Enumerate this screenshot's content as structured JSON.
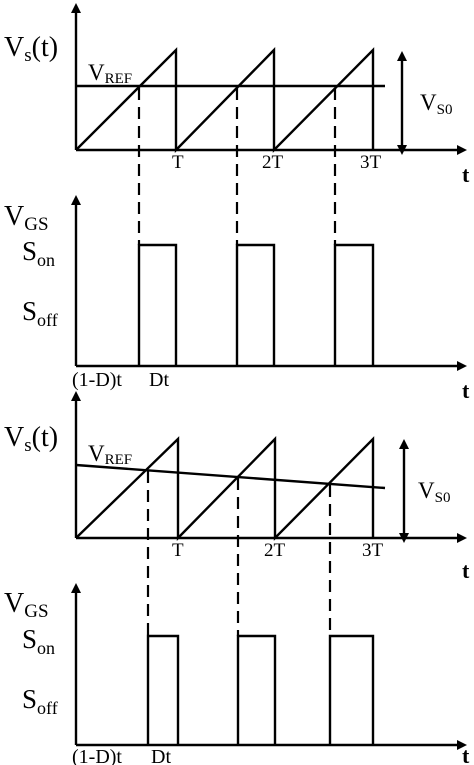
{
  "panels": [
    {
      "ylabel_main": "V",
      "ylabel_sub": "s",
      "ylabel_tail": "(t)",
      "vref_main": "V",
      "vref_sub": "REF",
      "vs0_main": "V",
      "vs0_sub": "S0",
      "ticks": [
        "T",
        "2T",
        "3T"
      ],
      "t_axis": "t"
    },
    {
      "ylabel_main": "V",
      "ylabel_sub": "GS",
      "son_main": "S",
      "son_sub": "on",
      "soff_main": "S",
      "soff_sub": "off",
      "xlab_left": "(1-D)t",
      "xlab_right": "Dt",
      "t_axis": "t"
    },
    {
      "ylabel_main": "V",
      "ylabel_sub": "s",
      "ylabel_tail": "(t)",
      "vref_main": "V",
      "vref_sub": "REF",
      "vs0_main": "V",
      "vs0_sub": "S0",
      "ticks": [
        "T",
        "2T",
        "3T"
      ],
      "t_axis": "t"
    },
    {
      "ylabel_main": "V",
      "ylabel_sub": "GS",
      "son_main": "S",
      "son_sub": "on",
      "soff_main": "S",
      "soff_sub": "off",
      "xlab_left": "(1-D)t",
      "xlab_right": "Dt",
      "t_axis": "t"
    }
  ]
}
